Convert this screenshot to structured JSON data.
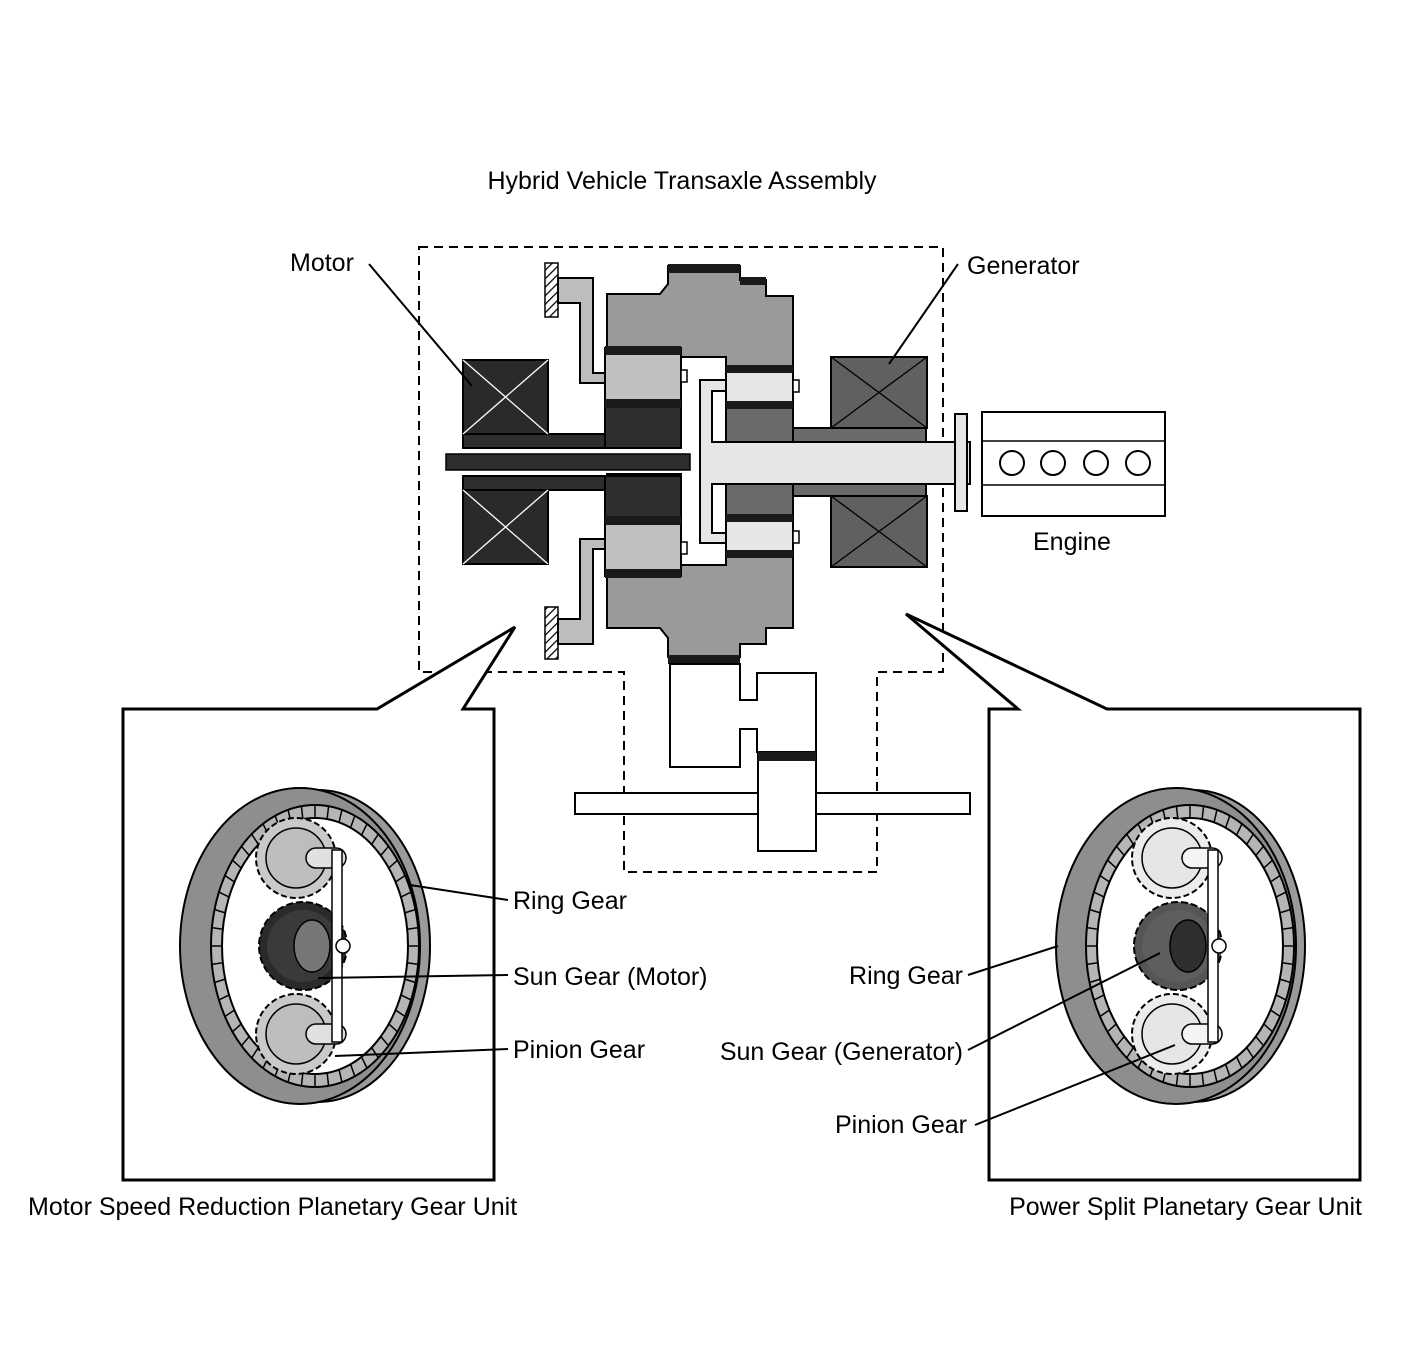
{
  "title": "Hybrid Vehicle Transaxle Assembly",
  "labels": {
    "motor": "Motor",
    "generator": "Generator",
    "engine": "Engine"
  },
  "left_unit": {
    "caption": "Motor Speed Reduction Planetary Gear Unit",
    "ring_gear": "Ring Gear",
    "sun_gear": "Sun Gear (Motor)",
    "pinion_gear": "Pinion Gear"
  },
  "right_unit": {
    "caption": "Power Split Planetary Gear Unit",
    "ring_gear": "Ring Gear",
    "sun_gear": "Sun Gear (Generator)",
    "pinion_gear": "Pinion Gear"
  },
  "colors": {
    "motor_winding": "#2a2a2a",
    "generator_winding": "#606060",
    "carrier_housing": "#9a9a9a",
    "pinion_light": "#c0c0c0",
    "pinion_lighter": "#e6e6e6",
    "ring_gear": "#8e8e8e",
    "outline": "#000000"
  }
}
